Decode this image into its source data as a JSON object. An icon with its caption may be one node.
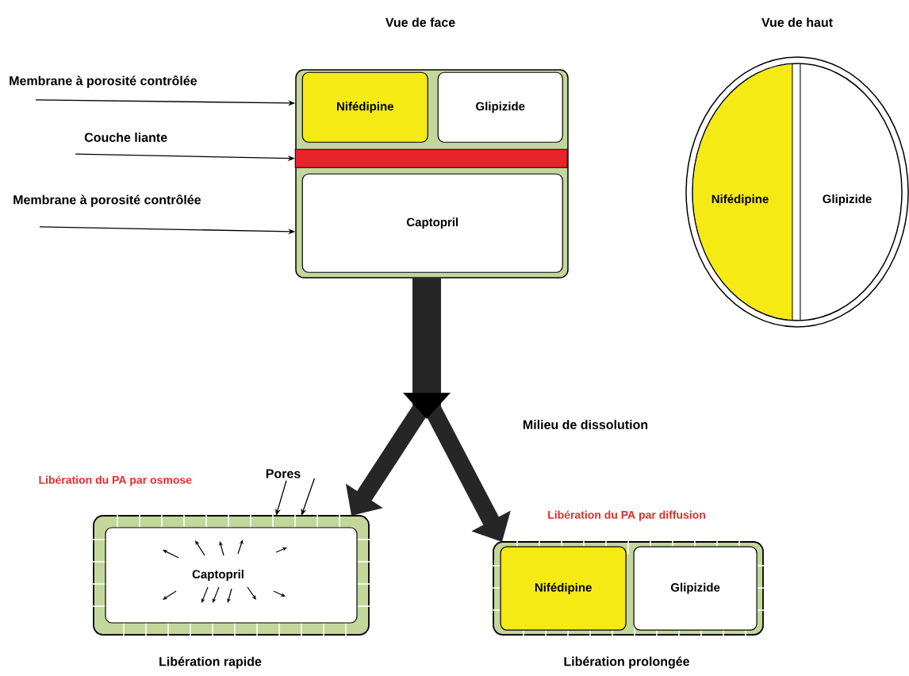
{
  "diagram": {
    "nodes": [
      {
        "text": [
          "Membrane à porosité contrôlée"
        ]
      },
      {
        "text": [
          "Couche liante"
        ]
      },
      {
        "text": [
          "Membrane à porosité contrôlée"
        ]
      },
      {
        "text": [
          "Vue de face"
        ]
      },
      {
        "text": [
          "Nifédipine"
        ],
        "in": 3
      },
      {
        "text": [
          "Glipizide"
        ],
        "in": 3
      },
      {
        "text": [],
        "shape": "bar",
        "in": 3
      },
      {
        "text": [
          "Captopril"
        ],
        "in": 3
      },
      {
        "text": [
          "Vue de haut"
        ]
      },
      {
        "text": [
          "Nifédipine"
        ],
        "in": 8
      },
      {
        "text": [
          "Glipizide"
        ],
        "in": 8
      },
      {
        "text": [
          "Pores"
        ]
      },
      {
        "text": [
          "Captopril"
        ]
      },
      {
        "text": [],
        "shape": "box"
      },
      {
        "text": [
          "Nifédipine"
        ],
        "in": 13
      },
      {
        "text": [
          "Glipizide"
        ],
        "in": 13
      }
    ],
    "edges": [
      {
        "from": 0,
        "to": 3,
        "arrow": "to"
      },
      {
        "from": 1,
        "to": 6,
        "arrow": "to"
      },
      {
        "from": 2,
        "to": 3,
        "arrow": "to"
      },
      {
        "from": 3,
        "to": 12,
        "arrow": "to",
        "style": "thick"
      },
      {
        "from": 3,
        "to": 13,
        "arrow": "to",
        "style": "thick"
      },
      {
        "from": 11,
        "to": 12,
        "arrow": "to"
      },
      {
        "from": 11,
        "to": 12,
        "arrow": "to"
      }
    ],
    "labels": [
      "Milieu de dissolution",
      "Libération du PA par osmose",
      "Libération du PA par diffusion",
      "Libération rapide",
      "Libération prolongée"
    ]
  }
}
